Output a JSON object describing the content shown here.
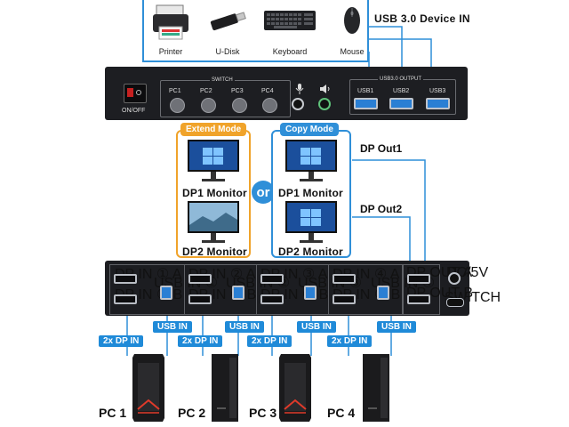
{
  "devices": [
    {
      "label": "Printer",
      "icon": "printer-icon"
    },
    {
      "label": "U-Disk",
      "icon": "usb-drive-icon"
    },
    {
      "label": "Keyboard",
      "icon": "keyboard-icon"
    },
    {
      "label": "Mouse",
      "icon": "mouse-icon"
    }
  ],
  "usb_device_in": "USB 3.0 Device IN",
  "front_panel": {
    "on_off": "ON/OFF",
    "switch": "SWITCH",
    "buttons": [
      "PC1",
      "PC2",
      "PC3",
      "PC4"
    ],
    "usb_output_title": "USB3.0 OUTPUT",
    "usb_ports": [
      "USB1",
      "USB2",
      "USB3"
    ]
  },
  "extend_mode": {
    "tag": "Extend Mode",
    "monitor1": "DP1 Monitor",
    "monitor2": "DP2 Monitor"
  },
  "or_text": "or",
  "copy_mode": {
    "tag": "Copy Mode",
    "monitor1": "DP1 Monitor",
    "monitor2": "DP2 Monitor"
  },
  "dp_out1": "DP Out1",
  "dp_out2": "DP Out2",
  "rear_panel": {
    "groups": [
      {
        "dp_a": "DP IN ① A",
        "dp_b": "DP IN ① B",
        "usb": "USB IN ①"
      },
      {
        "dp_a": "DP IN ② A",
        "dp_b": "DP IN ② B",
        "usb": "USB IN ②"
      },
      {
        "dp_a": "DP IN ③ A",
        "dp_b": "DP IN ③ B",
        "usb": "USB IN ③"
      },
      {
        "dp_a": "DP IN ④ A",
        "dp_b": "DP IN ④ B",
        "usb": "USB IN ④"
      }
    ],
    "dp_out_a": "DP OUT A",
    "dp_out_b": "DP OUT B",
    "dc": "DC/5V",
    "switch": "SWITCH"
  },
  "link_labels": {
    "dp_in": "2x DP IN",
    "usb_in": "USB IN"
  },
  "pcs": [
    "PC 1",
    "PC 2",
    "PC 3",
    "PC 4"
  ]
}
